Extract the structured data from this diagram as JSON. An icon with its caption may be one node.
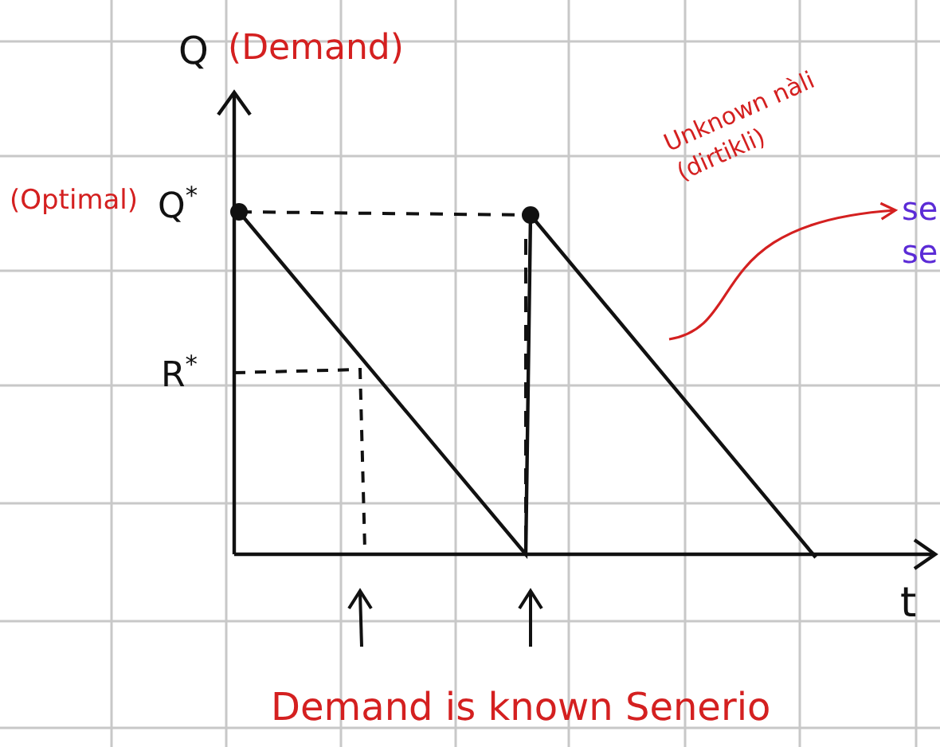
{
  "diagram": {
    "nodes": [
      {
        "text": [
          "Unknown nàli (dirtikli)"
        ]
      },
      {
        "text": [
          "se se"
        ]
      }
    ],
    "edges": [
      {
        "from": null,
        "to": 1,
        "arrow": "to"
      }
    ],
    "labels": [
      "Q",
      "(Demand)",
      "(Optimal)",
      "Q$^{*}$",
      "R$^{*}$",
      "t",
      "Demand is known Senerio"
    ]
  }
}
